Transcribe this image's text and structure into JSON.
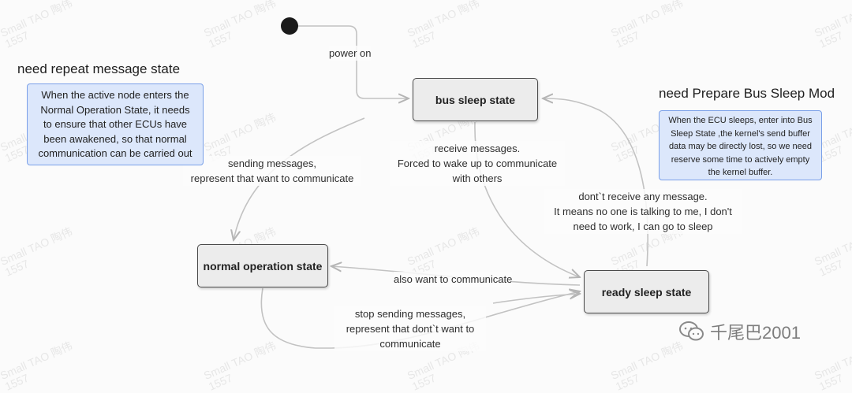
{
  "watermark": [
    "Small TAO 陶伟",
    "1557"
  ],
  "states": {
    "bus_sleep": "bus sleep state",
    "normal_operation": "normal operation state",
    "ready_sleep": "ready sleep state"
  },
  "transitions": {
    "power_on": "power on",
    "sending_messages": [
      "sending messages,",
      "represent that want to  communicate"
    ],
    "receive_messages": [
      "receive messages.",
      "Forced to wake up to communicate",
      "with others"
    ],
    "dont_receive": [
      "dont`t receive any message.",
      "It means no one is talking to me, I don't",
      "need to work, I can go to sleep"
    ],
    "also_want": "also want to communicate",
    "stop_sending": [
      "stop sending messages,",
      "represent that dont`t want to",
      "communicate"
    ]
  },
  "notes": {
    "repeat_message": {
      "heading": "need repeat message state",
      "lines": [
        "When the active node enters the",
        "Normal Operation State, it needs",
        "to ensure that other ECUs have",
        "been awakened, so that normal",
        "communication can be carried out"
      ]
    },
    "prepare_bus_sleep": {
      "heading": "need Prepare Bus Sleep Mod",
      "lines": [
        "When the ECU sleeps, enter into Bus",
        "Sleep State ,the kernel's send buffer",
        "data may be directly lost, so we need",
        "reserve some time to actively empty",
        "the kernel buffer."
      ]
    }
  },
  "brand": "千尾巴2001",
  "colors": {
    "note_fill": "#dce7fb",
    "note_border": "#7aa0e8",
    "state_fill": "#ececec",
    "edge": "#bdbdbd"
  }
}
